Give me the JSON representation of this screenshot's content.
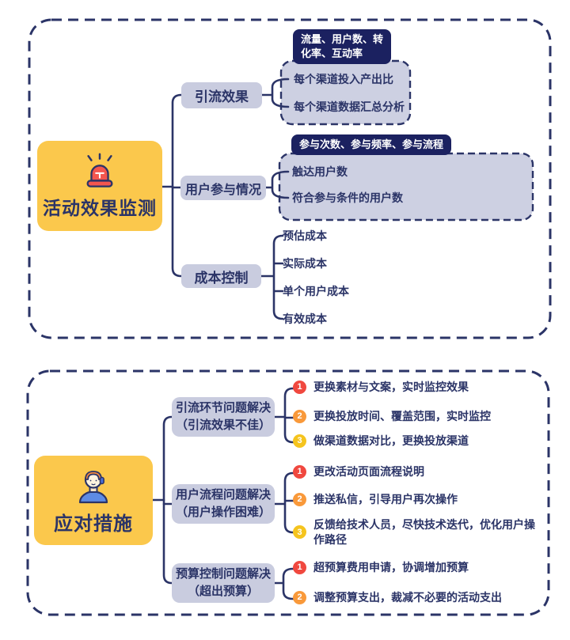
{
  "colors": {
    "navy": "#2B3467",
    "dark_tag_fill": "#1B2160",
    "node_fill": "#C9CCDF",
    "panel_fill": "#CDD0E2",
    "root_yellow": "#FBC84C",
    "badge_red": "#F0483F",
    "badge_orange": "#F9993A",
    "badge_yellow": "#F5C41E"
  },
  "monitor": {
    "root_label": "活动效果监测",
    "branches": [
      {
        "label": "引流效果",
        "tag": "流量、用户数、转化率、互动率",
        "items": [
          "每个渠道投入产出比",
          "每个渠道数据汇总分析"
        ]
      },
      {
        "label": "用户参与情况",
        "tag": "参与次数、参与频率、参与流程",
        "items": [
          "触达用户数",
          "符合参与条件的用户数"
        ]
      },
      {
        "label": "成本控制",
        "items": [
          "预估成本",
          "实际成本",
          "单个用户成本",
          "有效成本"
        ]
      }
    ]
  },
  "measures": {
    "root_label": "应对措施",
    "branches": [
      {
        "title": "引流环节问题解决",
        "subtitle": "（引流效果不佳）",
        "steps": [
          {
            "num": "1",
            "text": "更换素材与文案，实时监控效果"
          },
          {
            "num": "2",
            "text": "更换投放时间、覆盖范围，实时监控"
          },
          {
            "num": "3",
            "text": "做渠道数据对比，更换投放渠道"
          }
        ]
      },
      {
        "title": "用户流程问题解决",
        "subtitle": "（用户操作困难）",
        "steps": [
          {
            "num": "1",
            "text": "更改活动页面流程说明"
          },
          {
            "num": "2",
            "text": "推送私信，引导用户再次操作"
          },
          {
            "num": "3",
            "text": "反馈给技术人员，尽快技术迭代，优化用户操作路径"
          }
        ]
      },
      {
        "title": "预算控制问题解决",
        "subtitle": "（超出预算）",
        "steps": [
          {
            "num": "1",
            "text": "超预算费用申请，协调增加预算"
          },
          {
            "num": "2",
            "text": "调整预算支出，裁减不必要的活动支出"
          }
        ]
      }
    ]
  }
}
